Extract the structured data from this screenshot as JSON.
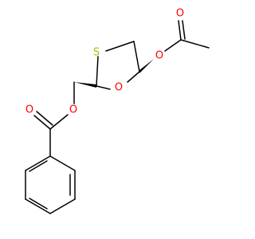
{
  "diagram": {
    "type": "chemical-structure",
    "colors": {
      "bond": "#000000",
      "carbon": "#000000",
      "oxygen": "#ff0000",
      "sulfur": "#b8b800",
      "background": "#ffffff"
    },
    "atoms": {
      "sulfur_ring": "S",
      "oxygen_ring": "O",
      "oxygen_acetate_ester": "O",
      "oxygen_acetate_carbonyl": "O",
      "oxygen_benzoate_ester": "O",
      "oxygen_benzoate_carbonyl": "O"
    }
  }
}
